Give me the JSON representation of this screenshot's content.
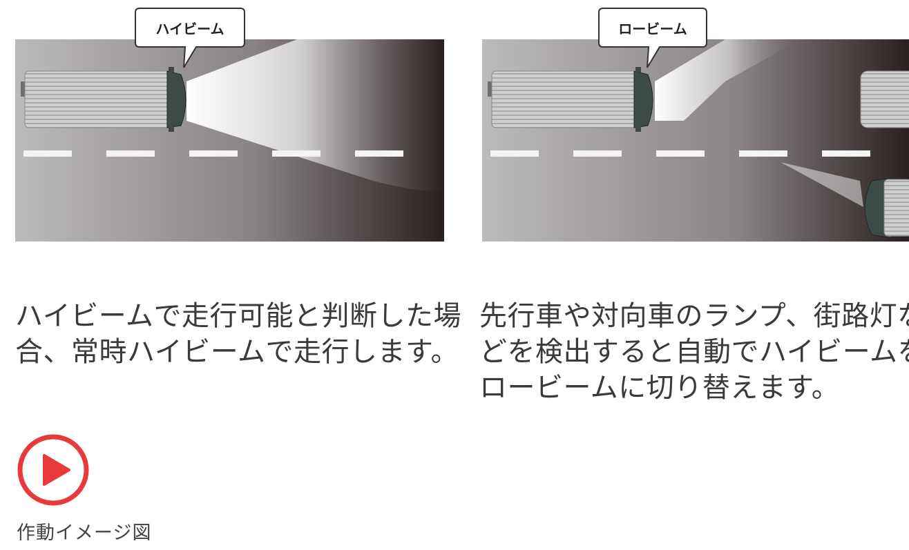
{
  "panels": [
    {
      "bubble_label": "ハイビーム",
      "caption_lines": [
        "ハイビームで走行可能と判断した場",
        "合、常時ハイビームで走行します。"
      ]
    },
    {
      "bubble_label": "ロービーム",
      "caption_lines": [
        "先行車や対向車のランプ、街路灯な",
        "どを検出すると自動でハイビームを",
        "ロービームに切り替えます。"
      ]
    }
  ],
  "video": {
    "label": "作動イメージ図",
    "icon": "play-icon",
    "accent": "#e83a3a"
  },
  "colors": {
    "road_light": "#b9b7b7",
    "road_dark": "#2a2020",
    "lane_mark": "#f4f4f4",
    "vehicle_body": "#c7c7c7",
    "vehicle_cab": "#3d4a48"
  }
}
